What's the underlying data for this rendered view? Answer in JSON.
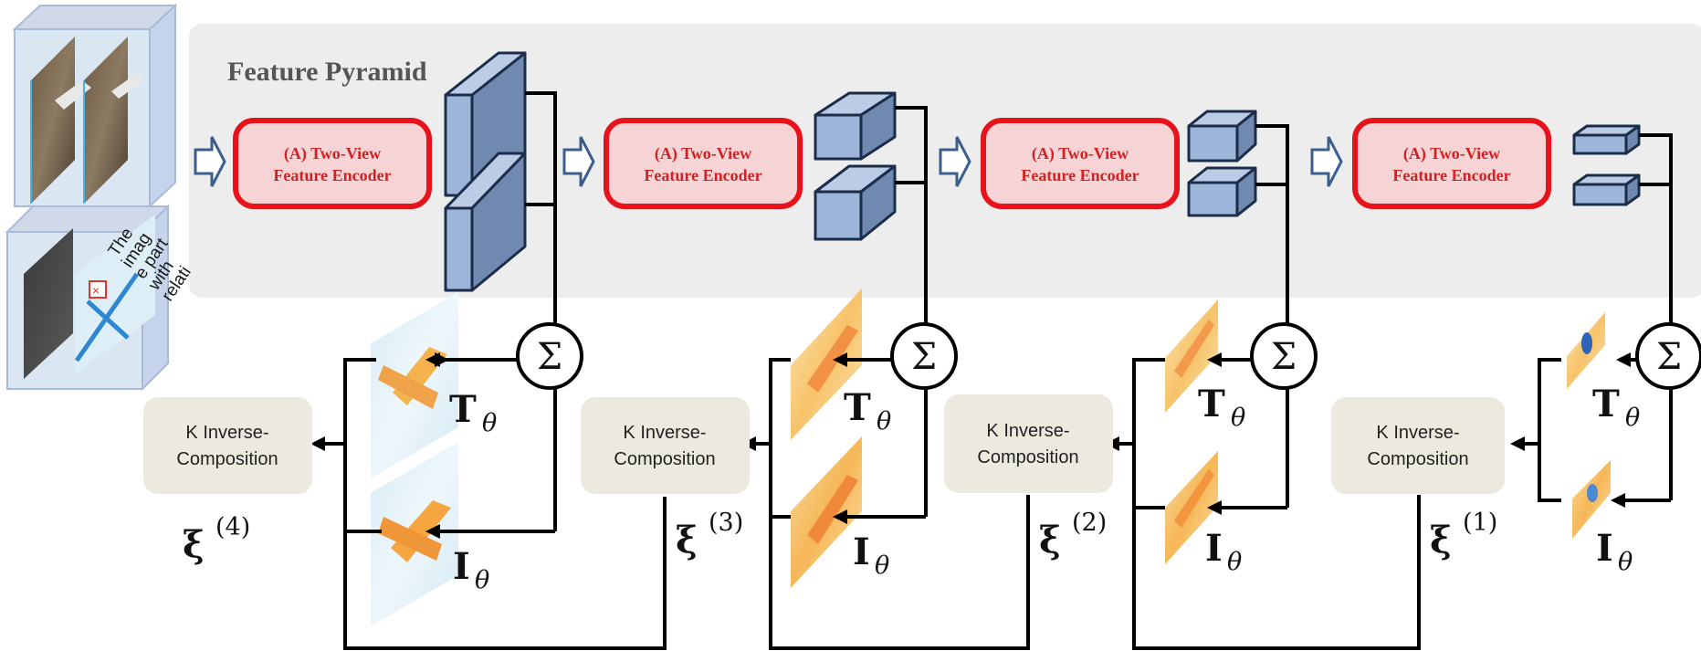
{
  "title": "Feature Pyramid",
  "stages": [
    {
      "encoder_label_line1": "(A) Two-View",
      "encoder_label_line2": "Feature Encoder",
      "composition_line1": "K Inverse-",
      "composition_line2": "Composition",
      "xi": "ξ",
      "xi_sup": "(4)",
      "t_symbol": "T",
      "i_symbol": "I",
      "theta": "θ",
      "sigma": "Σ"
    },
    {
      "encoder_label_line1": "(A) Two-View",
      "encoder_label_line2": "Feature Encoder",
      "composition_line1": "K Inverse-",
      "composition_line2": "Composition",
      "xi": "ξ",
      "xi_sup": "(3)",
      "t_symbol": "T",
      "i_symbol": "I",
      "theta": "θ",
      "sigma": "Σ"
    },
    {
      "encoder_label_line1": "(A) Two-View",
      "encoder_label_line2": "Feature Encoder",
      "composition_line1": "K Inverse-",
      "composition_line2": "Composition",
      "xi": "ξ",
      "xi_sup": "(2)",
      "t_symbol": "T",
      "i_symbol": "I",
      "theta": "θ",
      "sigma": "Σ"
    },
    {
      "encoder_label_line1": "(A) Two-View",
      "encoder_label_line2": "Feature Encoder",
      "composition_line1": "K Inverse-",
      "composition_line2": "Composition",
      "xi": "ξ",
      "xi_sup": "(1)",
      "t_symbol": "T",
      "i_symbol": "I",
      "theta": "θ",
      "sigma": "Σ"
    }
  ],
  "input_watermark": [
    "The",
    "imag",
    "e part",
    "with",
    "relati"
  ],
  "colors": {
    "encoder_border": "#e8121a",
    "encoder_fill": "#f6d4d6",
    "encoder_text": "#d42020",
    "pyramid_panel": "#ededed",
    "block_front": "#9db5d9",
    "block_side": "#6f89b0",
    "block_top": "#bccce6",
    "composition_box": "#ece9df",
    "arrow_outline": "#3c5e8e"
  }
}
